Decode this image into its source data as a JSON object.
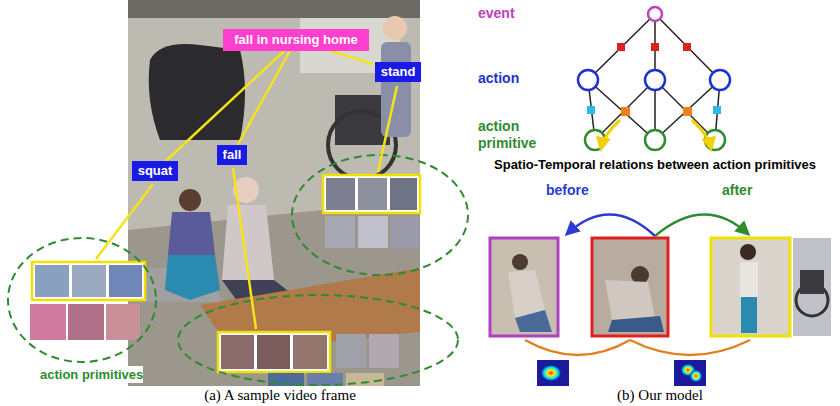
{
  "diagram": {
    "nodes": [
      {
        "text": [
          "fall in nursing home"
        ]
      },
      {
        "text": [
          "squat"
        ]
      },
      {
        "text": [
          "fall"
        ]
      },
      {
        "text": [
          "stand"
        ]
      }
    ],
    "edges": [
      {
        "from": 0,
        "to": 1,
        "arrow": "none"
      },
      {
        "from": 0,
        "to": 2,
        "arrow": "none"
      },
      {
        "from": 0,
        "to": 3,
        "arrow": "none"
      }
    ],
    "labels": [
      "action primitives",
      "(a) A sample video frame",
      "event",
      "action",
      "action primitive",
      "Spatio-Temporal relations between action primitives",
      "before",
      "after",
      "(b) Our model"
    ]
  }
}
